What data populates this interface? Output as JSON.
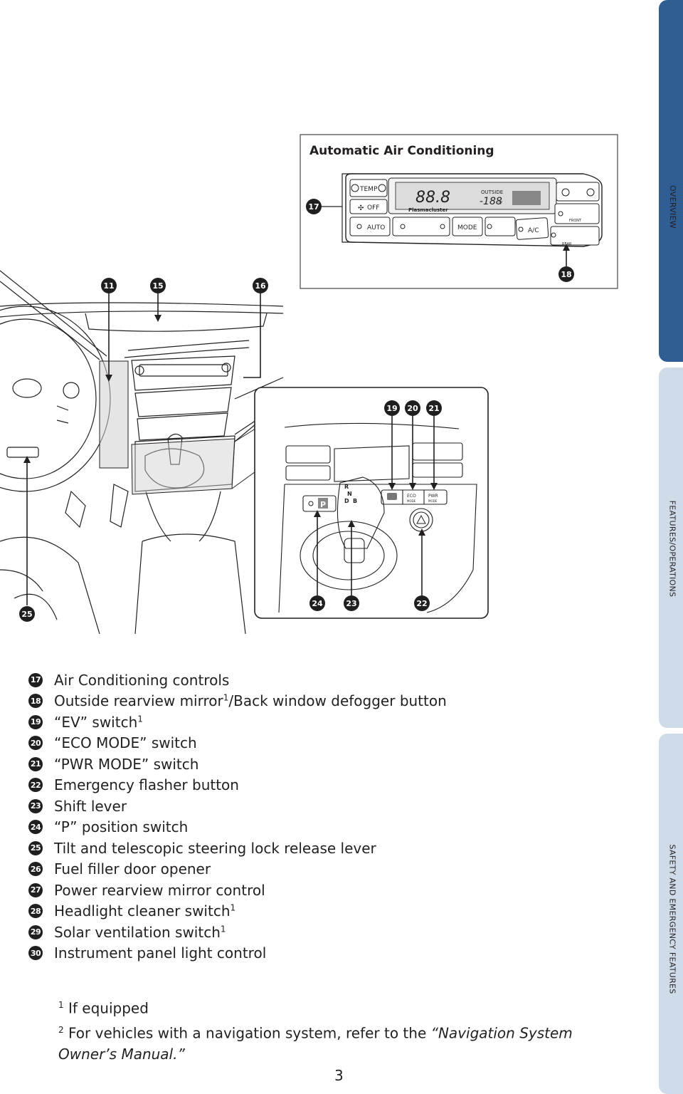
{
  "side_tabs": [
    {
      "label": "OVERVIEW",
      "color": "#2f5e95"
    },
    {
      "label": "FEATURES/OPERATIONS",
      "color": "#cfdbe8"
    },
    {
      "label": "SAFETY AND EMERGENCY FEATURES",
      "color": "#cfdbe8"
    }
  ],
  "ac_panel": {
    "title": "Automatic Air Conditioning",
    "labels": {
      "temp": "TEMP",
      "off": "OFF",
      "auto": "AUTO",
      "mode": "MODE",
      "ac": "A/C",
      "display": "88.8",
      "outside": "OUTSIDE",
      "outside_value": "-188",
      "unit": "°F",
      "plasmacluster": "Plasmacluster",
      "front": "FRONT",
      "rear": "REAR"
    }
  },
  "console_labels": {
    "gear_r": "R",
    "gear_n": "N",
    "gear_d": "D",
    "gear_b": "B",
    "park": "P",
    "eco": "ECO",
    "eco_mode": "MODE",
    "pwr": "PWR",
    "pwr_mode": "MODE"
  },
  "callouts": {
    "c11": "11",
    "c15": "15",
    "c16": "16",
    "c17": "17",
    "c18": "18",
    "c19": "19",
    "c20": "20",
    "c21": "21",
    "c22": "22",
    "c23": "23",
    "c24": "24",
    "c25": "25"
  },
  "legend": [
    {
      "num": "17",
      "text": "Air Conditioning controls",
      "sup": "",
      "tail": ""
    },
    {
      "num": "18",
      "text": "Outside rearview mirror",
      "sup": "1",
      "tail": "/Back window defogger button"
    },
    {
      "num": "19",
      "text": "“EV” switch",
      "sup": "1",
      "tail": ""
    },
    {
      "num": "20",
      "text": "“ECO MODE” switch",
      "sup": "",
      "tail": ""
    },
    {
      "num": "21",
      "text": "“PWR MODE” switch",
      "sup": "",
      "tail": ""
    },
    {
      "num": "22",
      "text": "Emergency flasher button",
      "sup": "",
      "tail": ""
    },
    {
      "num": "23",
      "text": "Shift lever",
      "sup": "",
      "tail": ""
    },
    {
      "num": "24",
      "text": "“P” position switch",
      "sup": "",
      "tail": ""
    },
    {
      "num": "25",
      "text": "Tilt and telescopic steering lock release lever",
      "sup": "",
      "tail": ""
    },
    {
      "num": "26",
      "text": "Fuel filler door opener",
      "sup": "",
      "tail": ""
    },
    {
      "num": "27",
      "text": "Power rearview mirror control",
      "sup": "",
      "tail": ""
    },
    {
      "num": "28",
      "text": "Headlight cleaner switch",
      "sup": "1",
      "tail": ""
    },
    {
      "num": "29",
      "text": "Solar ventilation switch",
      "sup": "1",
      "tail": ""
    },
    {
      "num": "30",
      "text": "Instrument panel light control",
      "sup": "",
      "tail": ""
    }
  ],
  "footnotes": {
    "f1_mark": "1",
    "f1_text": "If equipped",
    "f2_mark": "2",
    "f2_text_a": "For vehicles with a navigation system, refer to the ",
    "f2_text_b": "“Navigation System Owner’s Manual.”"
  },
  "page_number": "3"
}
